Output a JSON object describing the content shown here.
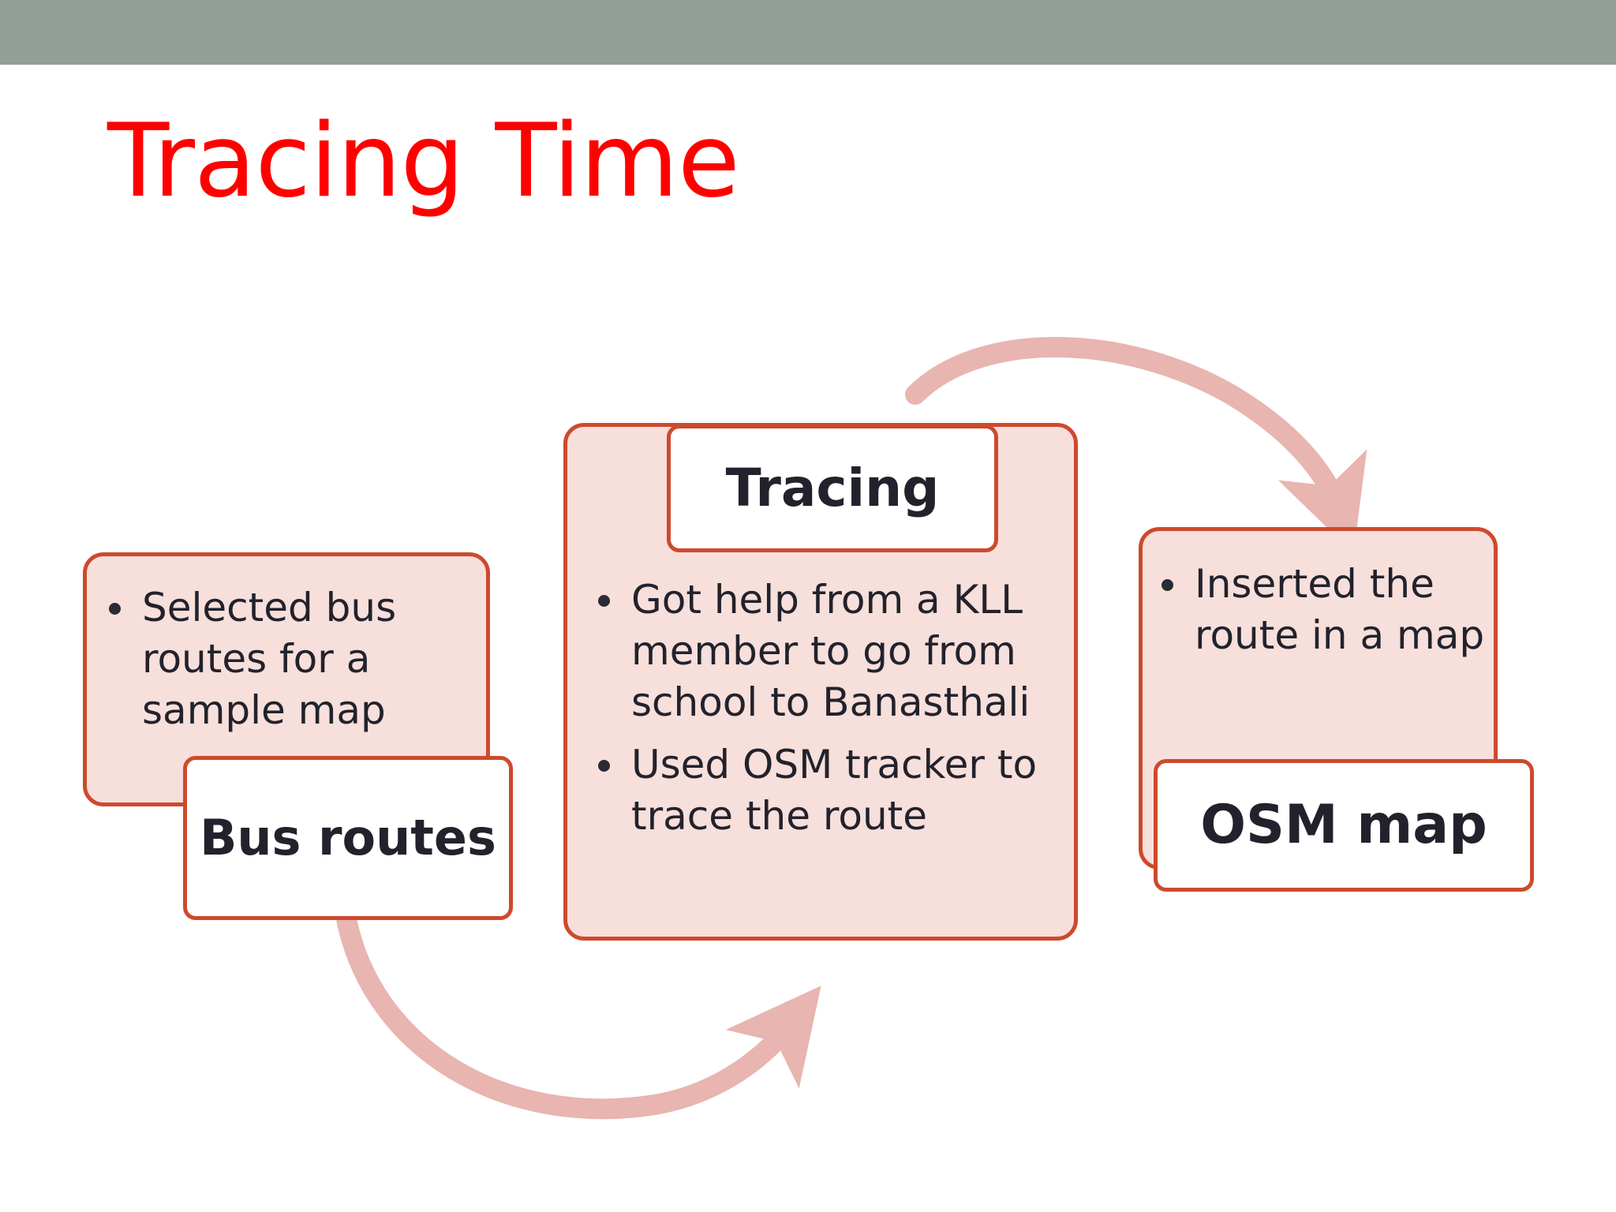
{
  "slide": {
    "title": "Tracing Time",
    "title_color": "#ff0000",
    "topbar_color": "#939e98",
    "background_color": "#ffffff"
  },
  "theme": {
    "box_fill": "#f7dfdb",
    "box_border": "#cd4a2d",
    "label_fill": "#ffffff",
    "text_color": "#22222c",
    "arrow_color": "#e8b5b0"
  },
  "nodes": {
    "left": {
      "label": "Bus routes",
      "bullets": [
        "Selected bus routes for a sample map"
      ]
    },
    "center": {
      "label": "Tracing",
      "bullets": [
        "Got help from a KLL member to go from school to Banasthali",
        "Used OSM tracker to trace the route"
      ]
    },
    "right": {
      "label": "OSM map",
      "bullets": [
        "Inserted the route in a map"
      ]
    }
  },
  "connectors": [
    {
      "name": "bus-routes-to-tracing",
      "from": "left",
      "to": "center",
      "style": "curved-arrow-up-right"
    },
    {
      "name": "tracing-to-osm-map",
      "from": "center",
      "to": "right",
      "style": "curved-arrow-over-right"
    }
  ]
}
